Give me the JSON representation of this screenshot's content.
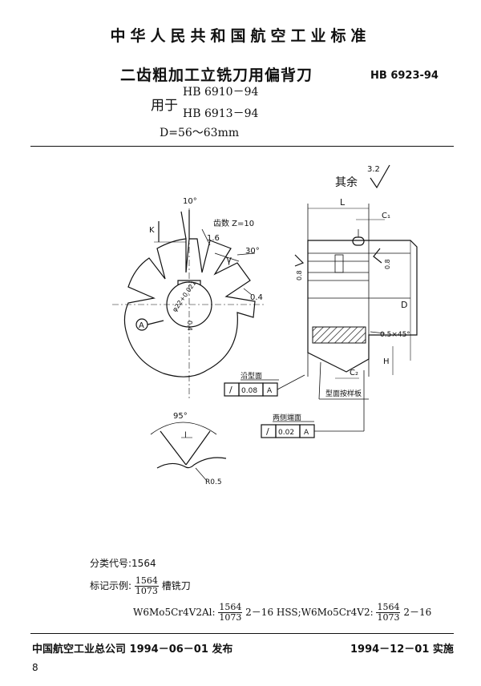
{
  "header": {
    "org_title": "中华人民共和国航空工业标准"
  },
  "doc": {
    "title": "二齿粗加工立铣刀用偏背刀",
    "standard_no": "HB 6923-94",
    "used_for_label": "用于",
    "used_for": [
      "HB 6910－94",
      "HB 6913－94"
    ],
    "diameter_range": "D=56～63mm"
  },
  "drawing": {
    "roughness_label": "其余",
    "roughness_value": "3.2",
    "left_view": {
      "angle_top": "10°",
      "k_label": "K",
      "teeth_label": "齿数 Z=10",
      "r16": "1.6",
      "angle_30": "30°",
      "gamma": "γ",
      "r04": "0.4",
      "bore_label": "φ22+0.021",
      "r04b": "0.4",
      "detail_ref": "A"
    },
    "right_view": {
      "L": "L",
      "C1": "C₁",
      "C2": "C₂",
      "D": "D",
      "H": "H",
      "chamfer": "0.5×45°",
      "r08_left": "0.8",
      "r08_right": "0.8"
    },
    "tol_profile": {
      "label": "沿型面",
      "symbol": "/",
      "value": "0.08",
      "datum": "A"
    },
    "profile_note": "型面按样板",
    "tol_faces": {
      "label": "两侧端面",
      "symbol": "/",
      "value": "0.02",
      "datum": "A"
    },
    "detail": {
      "angle": "95°",
      "l_label": "l",
      "radius": "R0.5"
    }
  },
  "info": {
    "class_label": "分类代号:",
    "class_code": "1564",
    "example_label": "标记示例:",
    "example_frac_num": "1564",
    "example_frac_den": "1073",
    "example_suffix": "槽铣刀",
    "ex2_mat1": "W6Mo5Cr4V2Al:",
    "ex2_frac_num": "1564",
    "ex2_frac_den": "1073",
    "ex2_mid": "2－16 HSS;W6Mo5Cr4V2:",
    "ex2_frac2_num": "1564",
    "ex2_frac2_den": "1073",
    "ex2_end": "2－16"
  },
  "footer": {
    "issued": "中国航空工业总公司 1994－06－01 发布",
    "effective": "1994－12－01 实施",
    "page": "8"
  }
}
